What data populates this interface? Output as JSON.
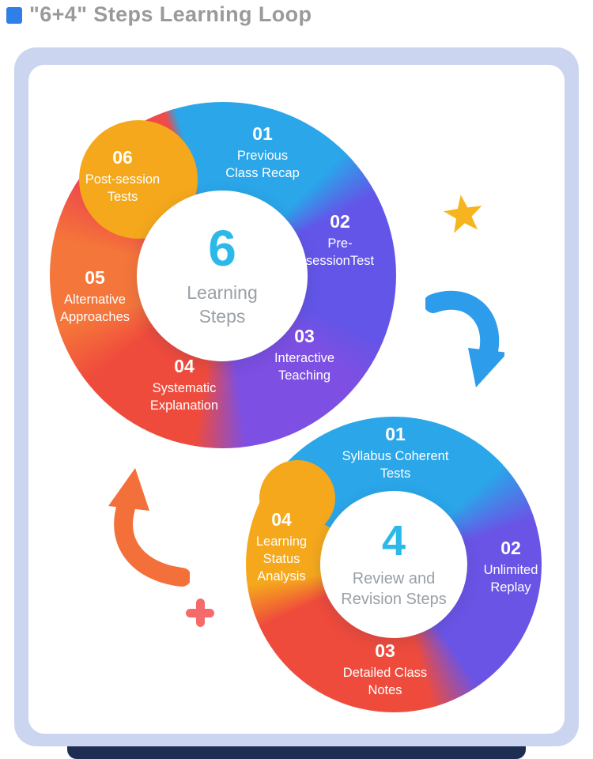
{
  "header": {
    "title": "\"6+4\" Steps Learning Loop"
  },
  "loop6": {
    "center_number": "6",
    "center_label": "Learning Steps",
    "steps": [
      {
        "num": "01",
        "label": "Previous Class Recap"
      },
      {
        "num": "02",
        "label": "Pre-sessionTest"
      },
      {
        "num": "03",
        "label": "Interactive Teaching"
      },
      {
        "num": "04",
        "label": "Systematic Explanation"
      },
      {
        "num": "05",
        "label": "Alternative Approaches"
      },
      {
        "num": "06",
        "label": "Post-session Tests"
      }
    ]
  },
  "loop4": {
    "center_number": "4",
    "center_label": "Review and Revision Steps",
    "steps": [
      {
        "num": "01",
        "label": "Syllabus Coherent Tests"
      },
      {
        "num": "02",
        "label": "Unlimited Replay"
      },
      {
        "num": "03",
        "label": "Detailed Class Notes"
      },
      {
        "num": "04",
        "label": "Learning Status Analysis"
      }
    ]
  },
  "icons": {
    "bullet": "blue-square-bullet",
    "star": "star",
    "arrow_down": "curved-arrow-down",
    "arrow_up": "curved-arrow-up",
    "plus": "plus"
  },
  "colors": {
    "accent_cyan": "#2CB9EA",
    "blue": "#2AA6E9",
    "indigo": "#6355E8",
    "purple": "#7D4FE2",
    "red": "#EF4B3C",
    "orange": "#F5763A",
    "yellow": "#F5A81C",
    "salmon": "#F56B6B",
    "navy": "#1E2D52",
    "lavender": "#CBD5EF",
    "gray_text": "#9AA0A6"
  }
}
